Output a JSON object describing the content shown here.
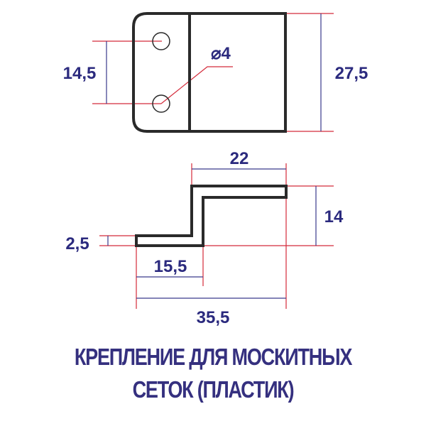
{
  "colors": {
    "outline": "#2a2a2a",
    "extension_line": "#d42a3a",
    "dimension_line": "#3a3a8c",
    "text": "#2b2a7e"
  },
  "top_view": {
    "dimensions": {
      "hole_spacing": "14,5",
      "hole_diameter": "⌀4",
      "height": "27,5"
    }
  },
  "side_view": {
    "dimensions": {
      "top_flange_length": "22",
      "total_height": "14",
      "thickness": "2,5",
      "bottom_flange_length": "15,5",
      "overall_length": "35,5"
    }
  },
  "title": {
    "line1": "КРЕПЛЕНИЕ ДЛЯ МОСКИТНЫХ",
    "line2": "СЕТОК (ПЛАСТИК)"
  }
}
